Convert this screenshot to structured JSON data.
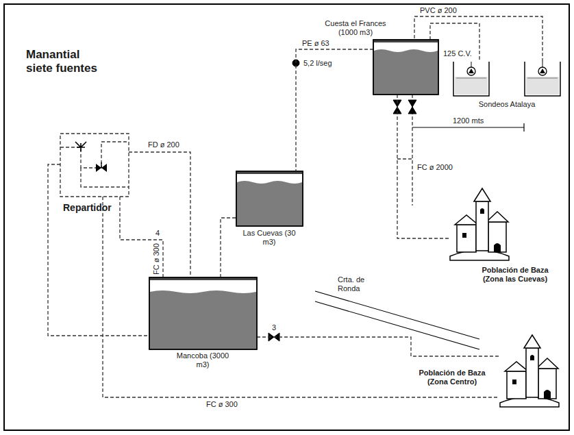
{
  "diagram": {
    "nodes": [
      {
        "text": [
          "Manantial siete fuentes",
          "Repartidor"
        ]
      },
      {
        "text": [
          "Cuesta el Frances (1000 m3)"
        ]
      },
      {
        "text": [
          "Sondeos Atalaya"
        ]
      },
      {
        "text": [
          "Las Cuevas (30 m3)"
        ]
      },
      {
        "text": [
          "Mancoba (3000 m3)"
        ]
      },
      {
        "text": [
          "Población de Baza (Zona las Cuevas)"
        ]
      },
      {
        "text": [
          "Población de Baza (Zona Centro)"
        ]
      }
    ],
    "edges": [
      {
        "from": 2,
        "to": 1,
        "arrow": "none",
        "label": "PVC ø 200"
      },
      {
        "from": 1,
        "to": 3,
        "arrow": "none",
        "label": "PE ø 63"
      },
      {
        "from": 1,
        "to": 5,
        "arrow": "none",
        "label": "FC ø 2000"
      },
      {
        "from": 0,
        "to": 4,
        "arrow": "none",
        "label": "FD ø 200"
      },
      {
        "from": 0,
        "to": 4,
        "arrow": "none",
        "label": "FC ø 300"
      },
      {
        "from": 0,
        "to": 6,
        "arrow": "none",
        "label": "FC ø 300"
      },
      {
        "from": 0,
        "to": 4,
        "arrow": "none"
      },
      {
        "from": 4,
        "to": 3,
        "arrow": "none"
      },
      {
        "from": 4,
        "to": 6,
        "arrow": "none"
      }
    ],
    "labels": [
      "125 C.V.",
      "5,2 l/seg",
      "1200 mts",
      "4",
      "3",
      "Crta. de Ronda"
    ]
  }
}
